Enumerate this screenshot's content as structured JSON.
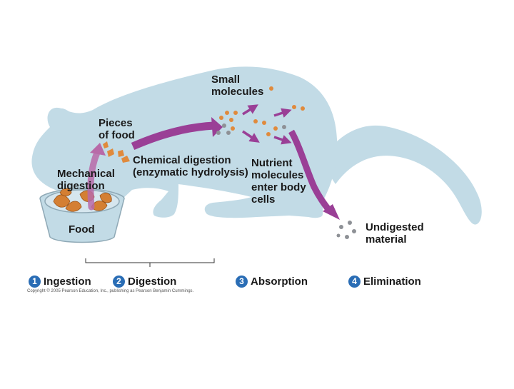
{
  "labels": {
    "small_molecules": [
      "Small",
      "molecules"
    ],
    "pieces_of_food": [
      "Pieces",
      "of food"
    ],
    "chemical_digestion": [
      "Chemical digestion",
      "(enzymatic hydrolysis)"
    ],
    "mechanical_digestion": [
      "Mechanical",
      "digestion"
    ],
    "nutrient_molecules": [
      "Nutrient",
      "molecules",
      "enter body",
      "cells"
    ],
    "food": "Food",
    "undigested_material": [
      "Undigested",
      "material"
    ]
  },
  "stages": [
    {
      "number": "1",
      "label": "Ingestion"
    },
    {
      "number": "2",
      "label": "Digestion"
    },
    {
      "number": "3",
      "label": "Absorption"
    },
    {
      "number": "4",
      "label": "Elimination"
    }
  ],
  "copyright": "Copyright © 2005 Pearson Education, Inc., publishing as Pearson Benjamin Cummings.",
  "colors": {
    "animal_body": "#c2dbe6",
    "arrow": "#9a3f96",
    "food_particle": "#e08a3c",
    "gray_particle": "#8e9196",
    "stage_badge": "#2a6db5"
  }
}
